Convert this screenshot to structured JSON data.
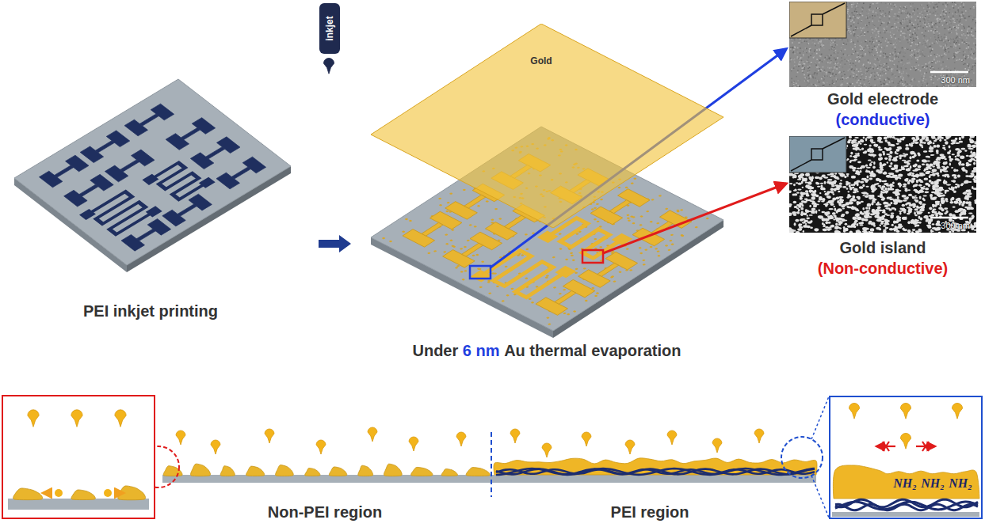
{
  "diagram": {
    "nodes": [
      {
        "text": [
          "inkjet"
        ]
      },
      {
        "text": [
          "Gold"
        ]
      },
      {
        "text": [
          "300 nm",
          "Gold electrode",
          "(conductive)"
        ]
      },
      {
        "text": [
          "300 nm",
          "Gold island",
          "(Non-conductive)"
        ]
      },
      {
        "text": [
          "NH₂",
          "NH₂",
          "NH₂"
        ]
      }
    ],
    "labels": [
      "PEI inkjet printing",
      "Under",
      "6 nm",
      "Au thermal evaporation",
      "Non-PEI region",
      "PEI region"
    ]
  }
}
